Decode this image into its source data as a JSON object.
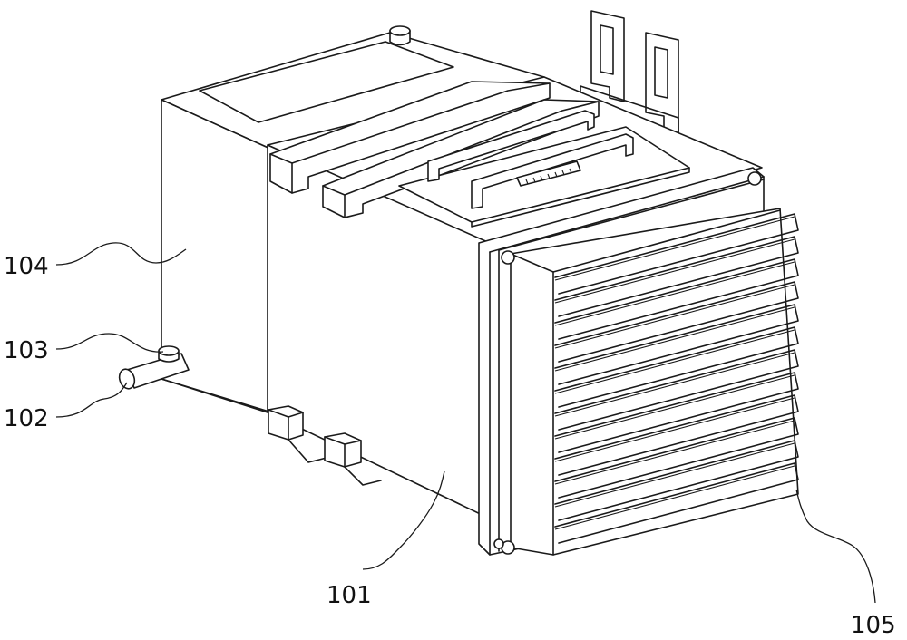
{
  "labels": {
    "l104": "104",
    "l103": "103",
    "l102": "102",
    "l101": "101",
    "l105": "105"
  }
}
